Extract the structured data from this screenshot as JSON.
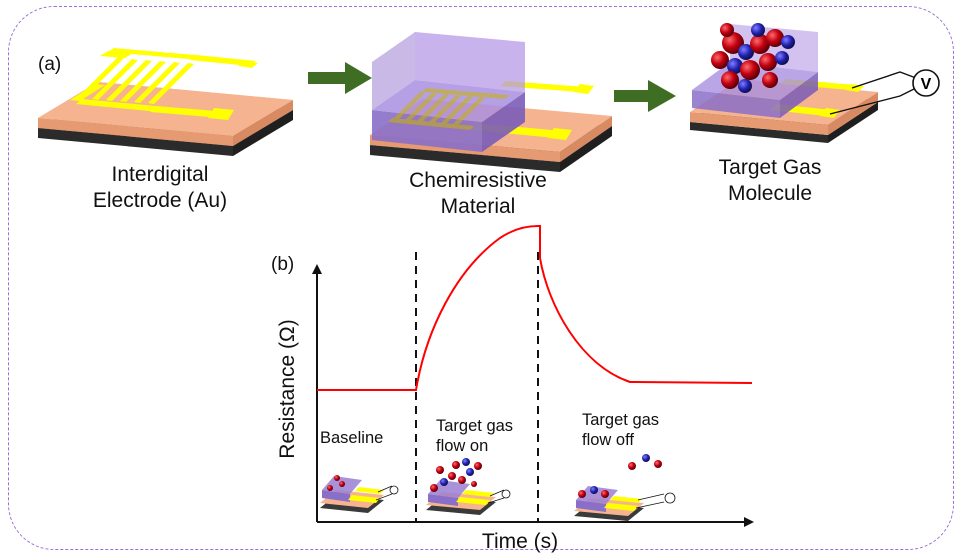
{
  "panel_a": {
    "label": "(a)",
    "step1_label_line1": "Interdigital",
    "step1_label_line2": "Electrode (Au)",
    "step2_label_line1": "Chemiresistive",
    "step2_label_line2": "Material",
    "step3_label_line1": "Target Gas",
    "step3_label_line2": "Molecule",
    "voltmeter_symbol": "V"
  },
  "panel_b": {
    "label": "(b)",
    "ylabel": "Resistance (Ω)",
    "xlabel": "Time (s)",
    "phase1": "Baseline",
    "phase2_line1": "Target gas",
    "phase2_line2": "flow on",
    "phase3_line1": "Target gas",
    "phase3_line2": "flow off"
  },
  "colors": {
    "substrate_top": "#f5b48f",
    "substrate_side": "#e59a72",
    "base": "#3a3a3a",
    "electrode": "#ffff00",
    "film": "#9b7fd4",
    "arrow": "#3f6d24",
    "curve": "#ff0000",
    "frame": "#9b6fd6"
  }
}
